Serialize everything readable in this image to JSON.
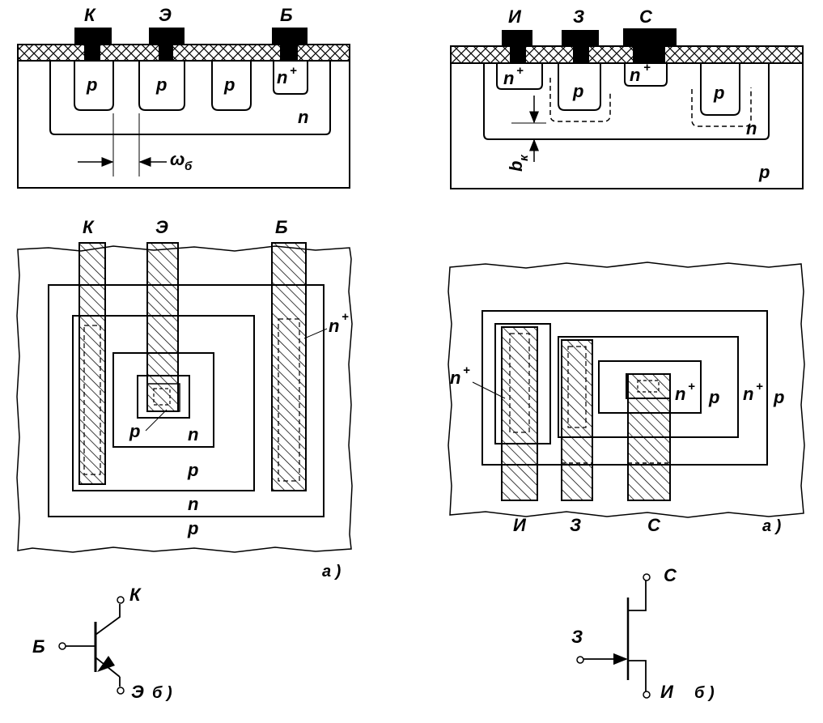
{
  "fig_bipolar": {
    "section": {
      "collector": "К",
      "emitter": "Э",
      "base": "Б",
      "p1": "p",
      "p2": "p",
      "p3": "p",
      "nplus": "n",
      "nplus_sup": "+",
      "n": "n",
      "width_sym": "ω",
      "width_sub": "б"
    },
    "plan": {
      "collector": "К",
      "emitter": "Э",
      "base": "Б",
      "nplus": "n",
      "nplus_sup": "+",
      "p_inner": "p",
      "n_inner": "n",
      "p_mid": "p",
      "n_outer": "n",
      "p_outer": "p"
    },
    "caption_a": "а )",
    "symbol": {
      "collector": "К",
      "base": "Б",
      "emitter": "Э",
      "caption_b": "б )"
    }
  },
  "fig_fet": {
    "section": {
      "source": "И",
      "gate": "З",
      "drain": "С",
      "nplus1": "n",
      "nplus1_sup": "+",
      "p1": "p",
      "nplus2": "n",
      "nplus2_sup": "+",
      "p2": "p",
      "n": "n",
      "bk": "b",
      "bk_sub": "к",
      "p_sub": "p"
    },
    "plan": {
      "nplus_left": "n",
      "nplus_left_sup": "+",
      "nplus_center": "n",
      "nplus_center_sup": "+",
      "p_center": "p",
      "nplus_right": "n",
      "nplus_right_sup": "+",
      "p_outer": "p",
      "source": "И",
      "gate": "З",
      "drain": "С"
    },
    "caption_a": "а )",
    "symbol": {
      "drain": "С",
      "gate": "З",
      "source": "И",
      "caption_b": "б )"
    }
  }
}
